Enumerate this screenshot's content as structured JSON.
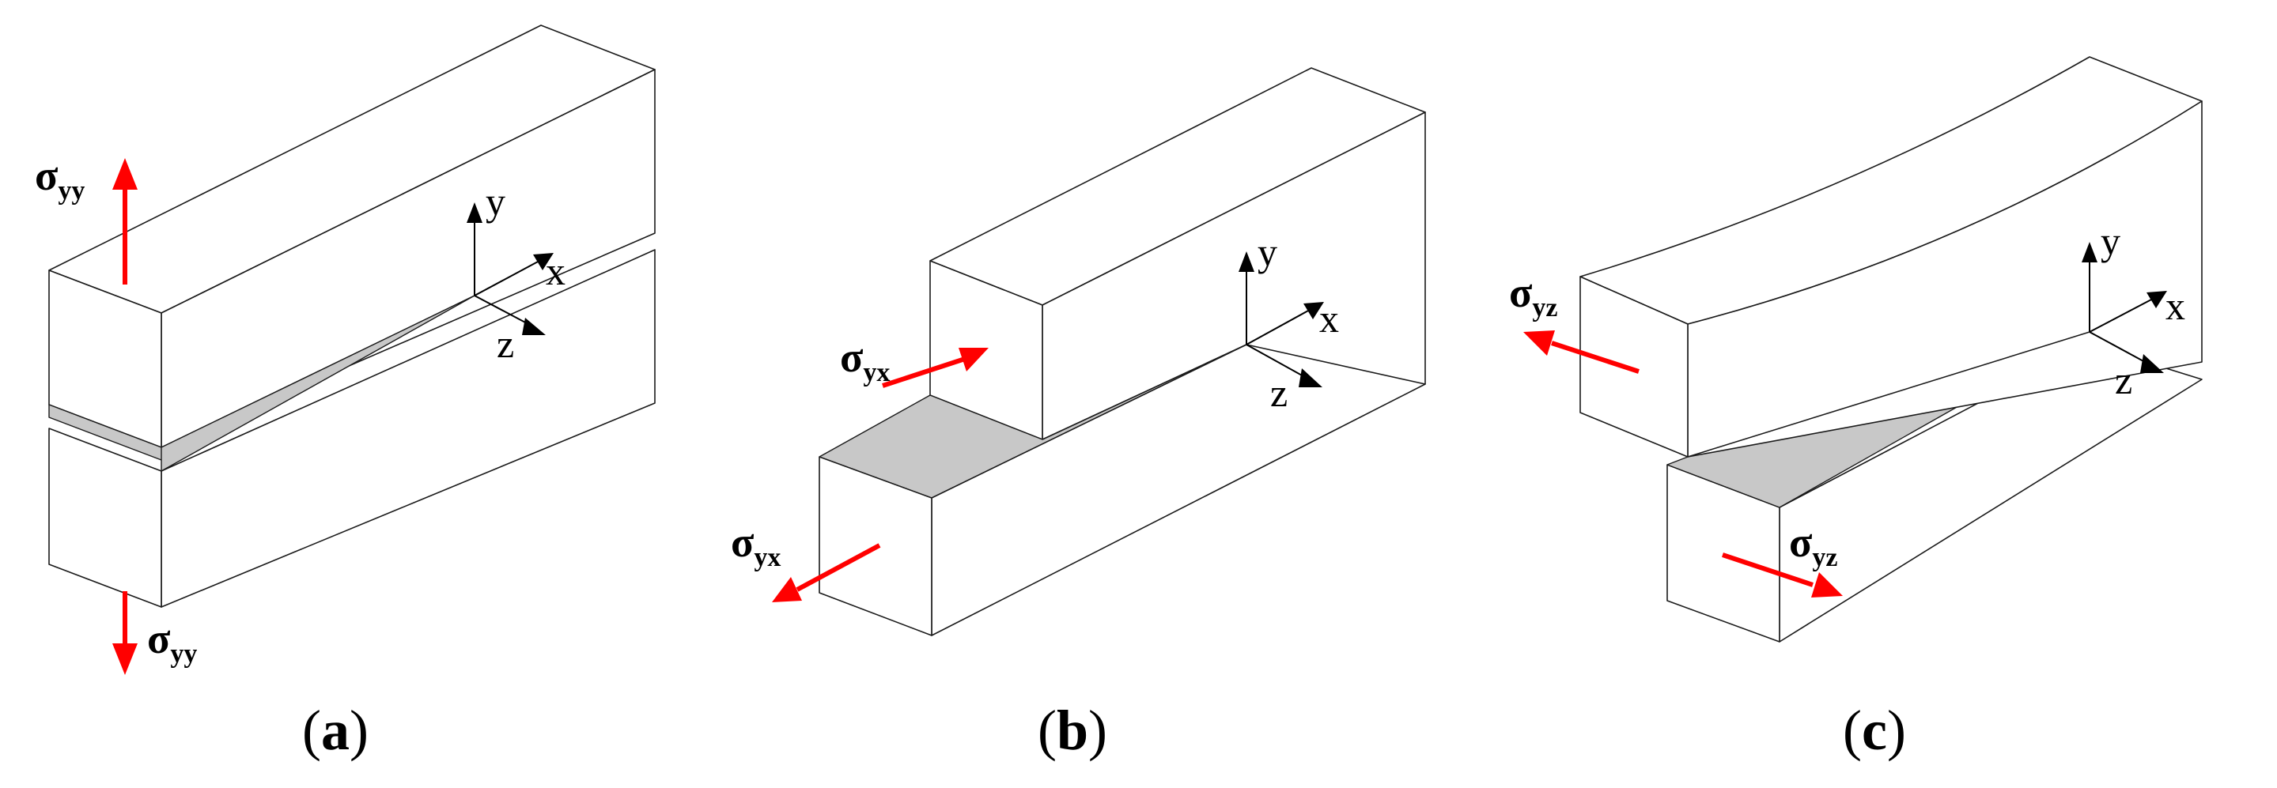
{
  "panels": [
    {
      "id": "a",
      "caption_open": "(",
      "caption_letter": "a",
      "caption_close": ")",
      "axes": {
        "x": "x",
        "y": "y",
        "z": "z"
      },
      "stress_top": {
        "symbol": "σ",
        "subscript": "yy"
      },
      "stress_bottom": {
        "symbol": "σ",
        "subscript": "yy"
      }
    },
    {
      "id": "b",
      "caption_open": "(",
      "caption_letter": "b",
      "caption_close": ")",
      "axes": {
        "x": "x",
        "y": "y",
        "z": "z"
      },
      "stress_top": {
        "symbol": "σ",
        "subscript": "yx"
      },
      "stress_bottom": {
        "symbol": "σ",
        "subscript": "yx"
      }
    },
    {
      "id": "c",
      "caption_open": "(",
      "caption_letter": "c",
      "caption_close": ")",
      "axes": {
        "x": "x",
        "y": "y",
        "z": "z"
      },
      "stress_top": {
        "symbol": "σ",
        "subscript": "yz"
      },
      "stress_bottom": {
        "symbol": "σ",
        "subscript": "yz"
      }
    }
  ],
  "colors": {
    "stress_arrow": "#ff0000",
    "crack_face": "#c8c8c8",
    "outline": "#1a1a1a"
  }
}
